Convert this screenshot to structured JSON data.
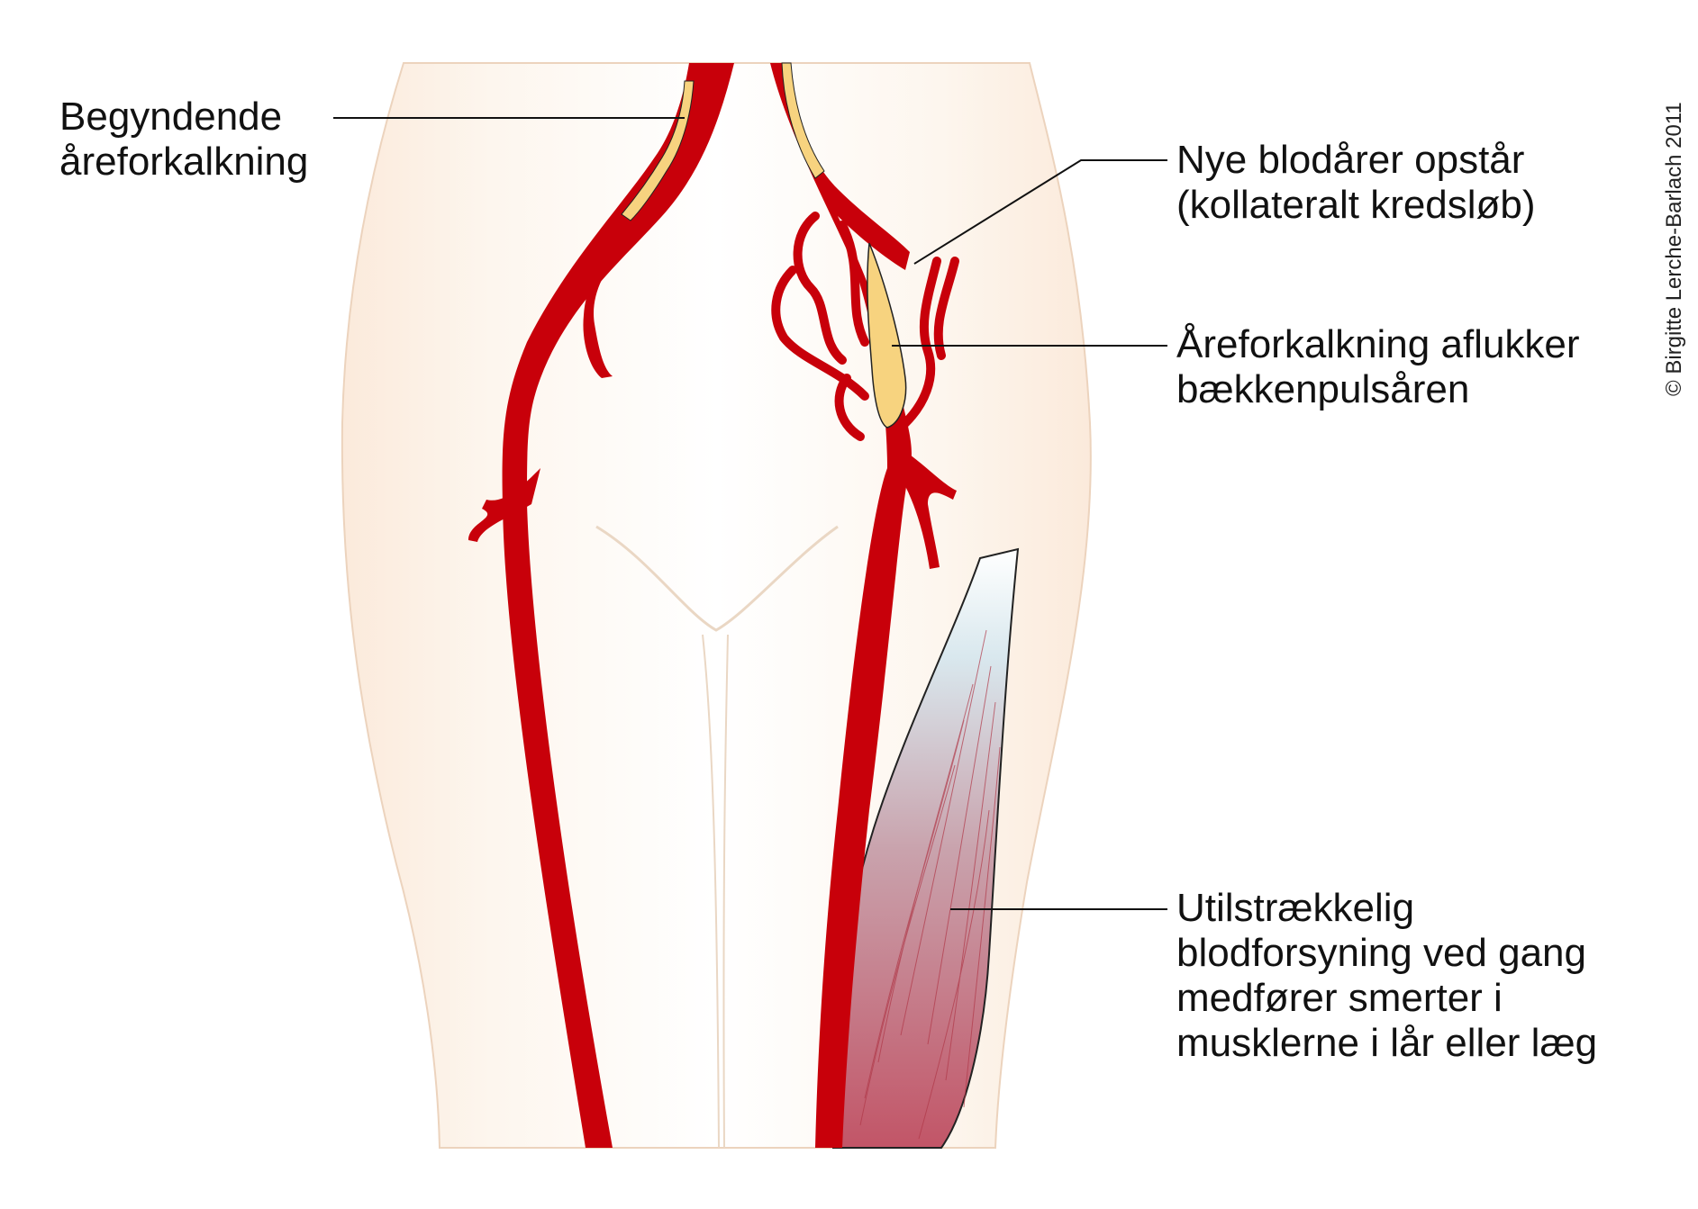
{
  "labels": {
    "begyndende": [
      "Begyndende",
      "åreforkalkning"
    ],
    "nye": [
      "Nye blodårer opstår",
      "(kollateralt kredsløb)"
    ],
    "areforkalkning": [
      "Åreforkalkning aflukker",
      "bækkenpulsåren"
    ],
    "utilstraekkelig": [
      "Utilstrækkelig",
      "blodforsyning ved gang",
      "medfører smerter i",
      "musklerne i lår eller læg"
    ]
  },
  "copyright": "© Birgitte Lerche-Barlach 2011",
  "colors": {
    "artery": "#c8000a",
    "plaque": "#f7d37f",
    "skin": "#fbeee0",
    "muscle_top": "#dce9f0",
    "muscle_bottom": "#c05060"
  }
}
